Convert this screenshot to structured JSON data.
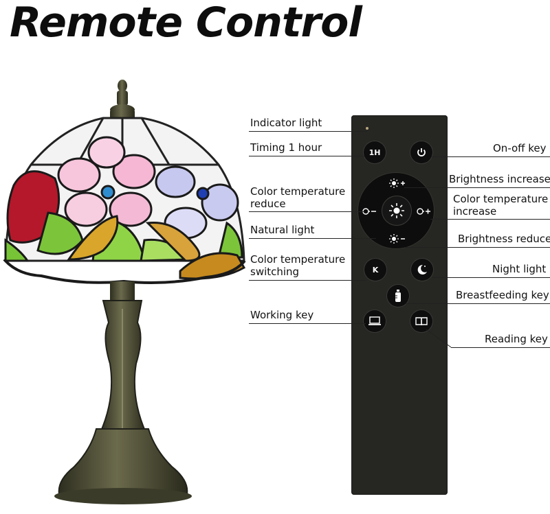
{
  "title": "Remote Control",
  "remote": {
    "buttons": {
      "timing": "1H",
      "switching": "K"
    }
  },
  "labels": {
    "indicator_light": "Indicator light",
    "timing": "Timing 1 hour",
    "on_off": "On-off key",
    "brightness_increase": "Brightness increase",
    "color_temp_reduce_1": "Color temperature",
    "color_temp_reduce_2": "reduce",
    "color_temp_increase_1": "Color temperature",
    "color_temp_increase_2": "increase",
    "natural_light": "Natural light",
    "brightness_reduce": "Brightness reduce",
    "color_temp_switching_1": "Color temperature",
    "color_temp_switching_2": "switching",
    "night_light": "Night light",
    "breastfeeding": "Breastfeeding key",
    "working": "Working key",
    "reading": "Reading key"
  },
  "colors": {
    "remote_body": "#262623",
    "button": "#0e0e0e",
    "lamp_base": "#4a4a35"
  }
}
